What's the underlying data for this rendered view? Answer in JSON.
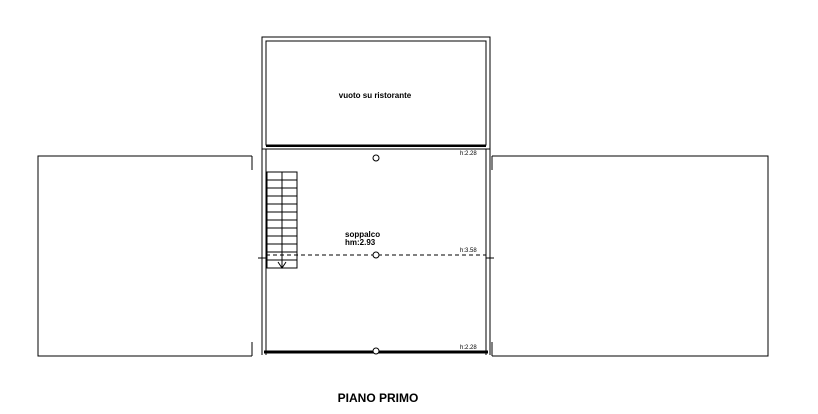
{
  "plan": {
    "title": "PIANO PRIMO",
    "rooms": {
      "void": {
        "label": "vuoto su ristorante"
      },
      "mezzanine": {
        "label": "soppalco",
        "height_label": "hm:2.93"
      }
    },
    "heights": {
      "top": "h:2.28",
      "middle": "h:3.58",
      "bottom": "h:2.28"
    }
  }
}
